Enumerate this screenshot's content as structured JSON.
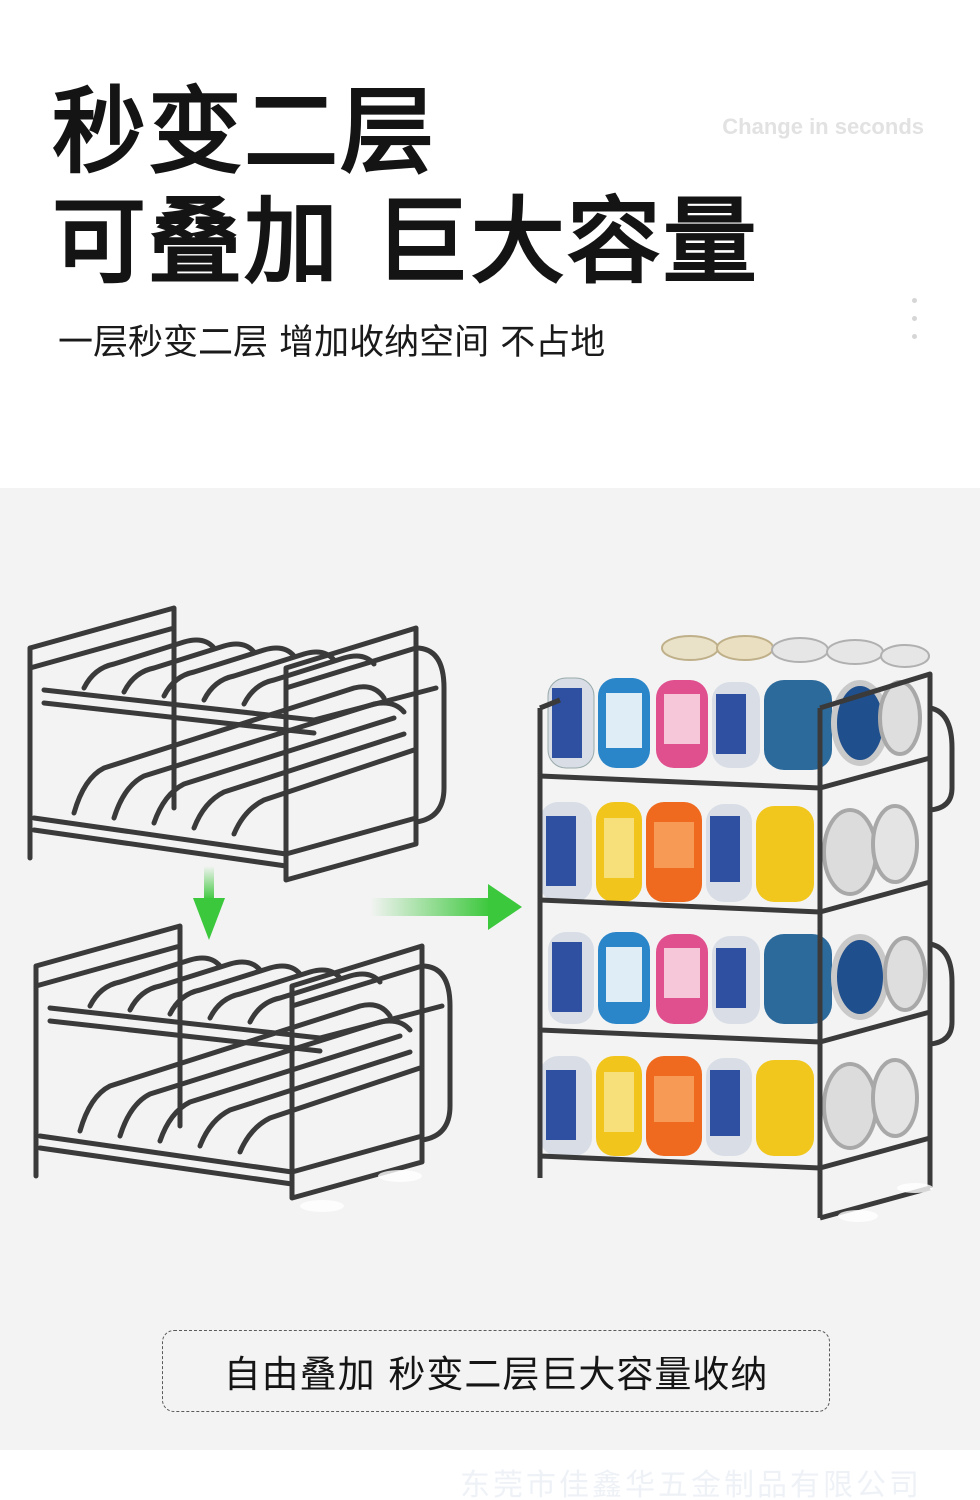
{
  "hero": {
    "title_line1": "秒变二层",
    "title_line2": "可叠加 巨大容量",
    "english_tag": "Change in seconds",
    "subtitle": "一层秒变二层 增加收纳空间 不占地"
  },
  "product": {
    "caption": "自由叠加 秒变二层巨大容量收纳",
    "arrow_color": "#3cc83c",
    "rack_color": "#3a3a3a"
  },
  "footer": {
    "watermark": "东莞市佳鑫华五金制品有限公司"
  }
}
